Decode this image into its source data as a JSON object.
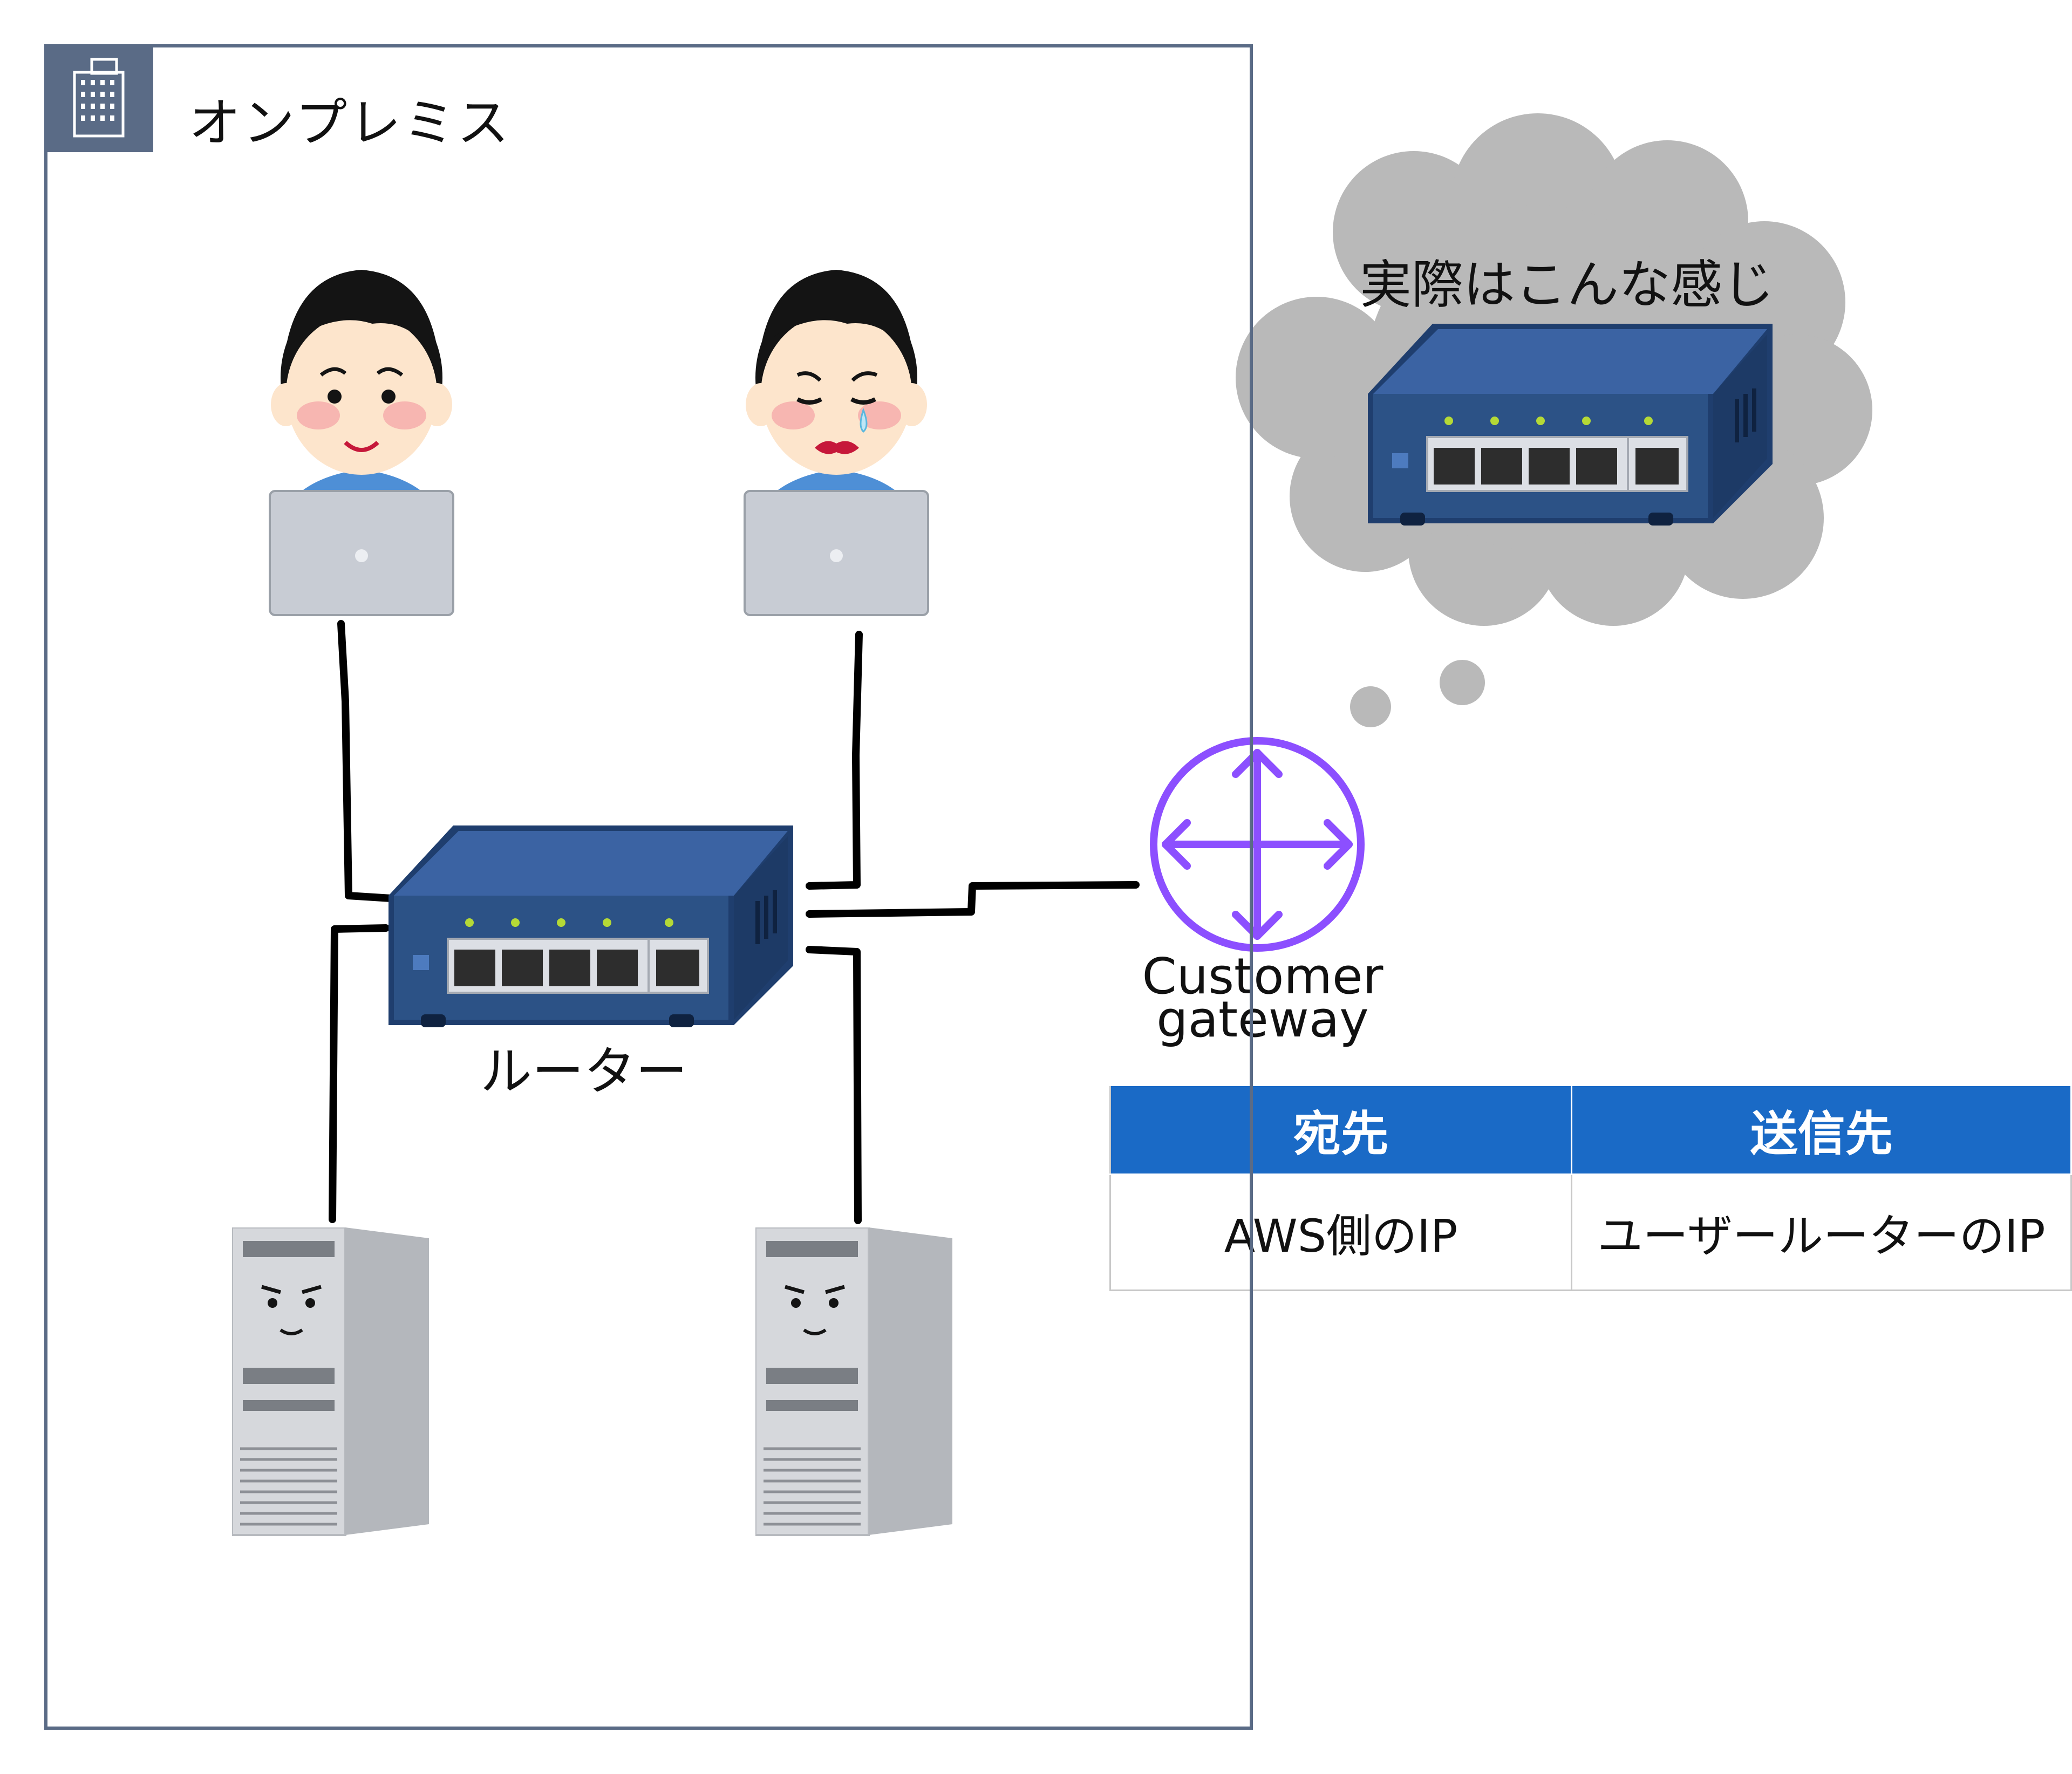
{
  "onprem": {
    "title": "オンプレミス"
  },
  "router": {
    "label": "ルーター"
  },
  "thought": {
    "label": "実際はこんな感じ"
  },
  "customer_gateway": {
    "line1": "Customer",
    "line2": "gateway"
  },
  "route_table": {
    "headers": [
      "宛先",
      "送信先"
    ],
    "rows": [
      [
        "AWS側のIP",
        "ユーザールーターのIP"
      ]
    ]
  },
  "colors": {
    "group_border": "#5a6b86",
    "header_blue": "#1a6ac6",
    "gateway_purple": "#8c4fff",
    "router_navy": "#2c5286",
    "thought_gray": "#b9b9b9"
  },
  "icons": [
    "building-icon",
    "user-happy-icon",
    "user-sad-icon",
    "laptop-icon",
    "router-icon",
    "server-icon",
    "customer-gateway-icon",
    "thought-cloud"
  ]
}
